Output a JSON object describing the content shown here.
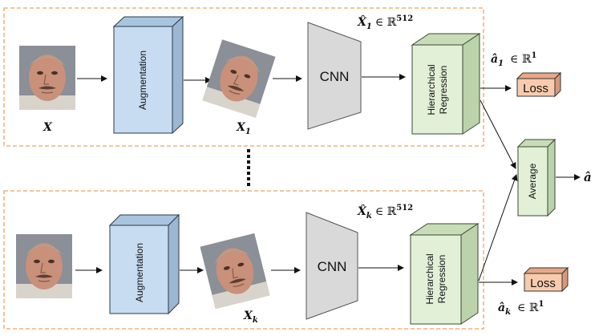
{
  "branch_top": {
    "input_label": "X",
    "augmentation_label": "Augmentation",
    "augmented_label": "X",
    "augmented_subscript": "1",
    "cnn_label": "CNN",
    "feature_label": "X̂",
    "feature_subscript": "1",
    "feature_space": "∈ ℝ",
    "feature_dim": "512",
    "regression_label_line1": "Hierarchical",
    "regression_label_line2": "Regression",
    "output_label": "â",
    "output_subscript": "1",
    "output_space": "∈ ℝ",
    "output_dim": "1",
    "loss_label": "Loss"
  },
  "branch_bottom": {
    "augmentation_label": "Augmentation",
    "augmented_label": "X",
    "augmented_subscript": "k",
    "cnn_label": "CNN",
    "feature_label": "X̂",
    "feature_subscript": "k",
    "feature_space": "∈ ℝ",
    "feature_dim": "512",
    "regression_label_line1": "Hierarchical",
    "regression_label_line2": "Regression",
    "output_label": "â",
    "output_subscript": "k",
    "output_space": "∈ ℝ",
    "output_dim": "1",
    "loss_label": "Loss"
  },
  "average_label": "Average",
  "final_output_label": "â",
  "colors": {
    "frame_border": "#f0a060",
    "augmentation_fill": "#c7dcf0",
    "augmentation_stroke": "#2a3a4a",
    "cnn_fill": "#d9d9d9",
    "cnn_stroke": "#555555",
    "regression_fill": "#e3f0d8",
    "regression_stroke": "#3a4a30",
    "loss_fill": "#f8cbad",
    "average_fill": "#e3f0d8"
  },
  "icons": {
    "face_image": "face-photo",
    "ellipsis": "vertical-dots"
  }
}
